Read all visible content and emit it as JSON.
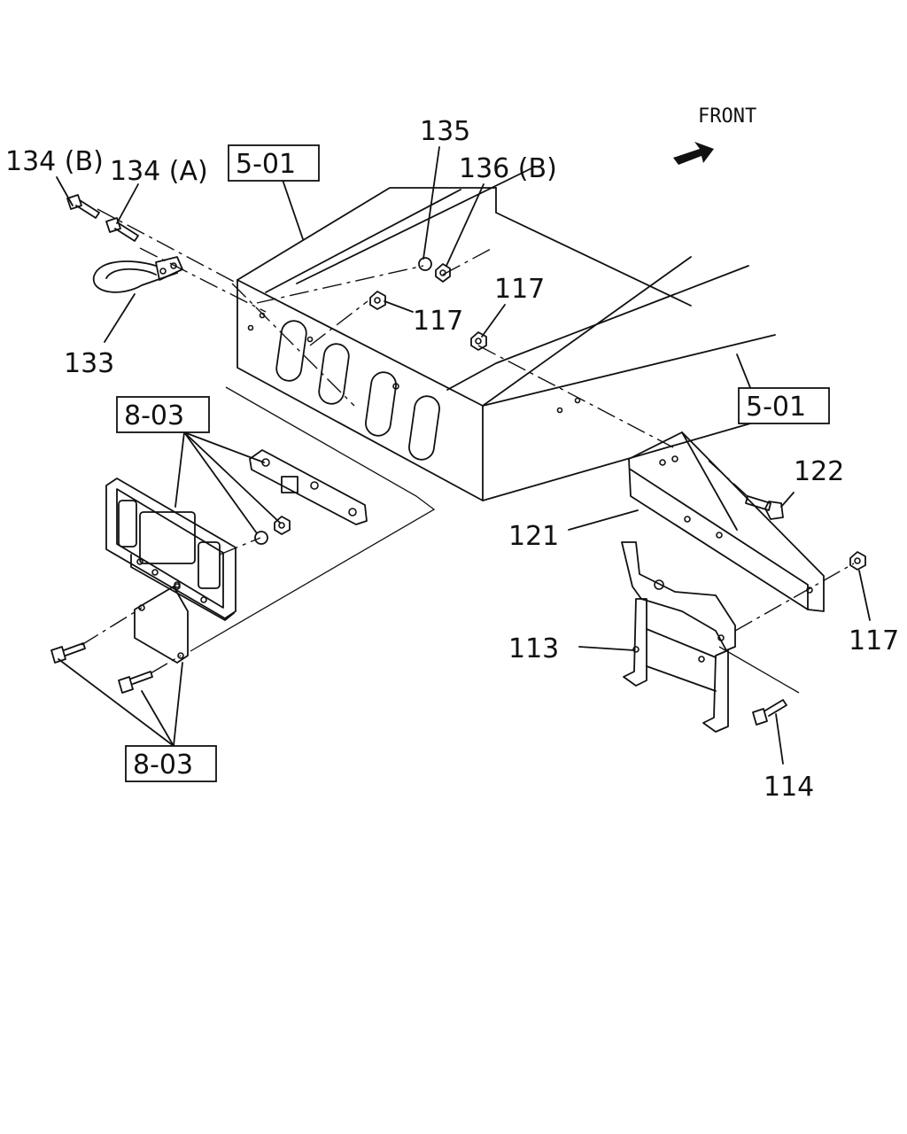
{
  "orientation": {
    "label": "FRONT",
    "icon": "front-arrow-icon"
  },
  "reference_boxes": [
    "5-01",
    "5-01",
    "8-03",
    "8-03"
  ],
  "callouts": {
    "c134b": "134 (B)",
    "c134a": "134 (A)",
    "c135": "135",
    "c136b": "136 (B)",
    "c117a": "117",
    "c117b": "117",
    "c117c": "117",
    "c133": "133",
    "c122": "122",
    "c121": "121",
    "c113": "113",
    "c114": "114"
  }
}
